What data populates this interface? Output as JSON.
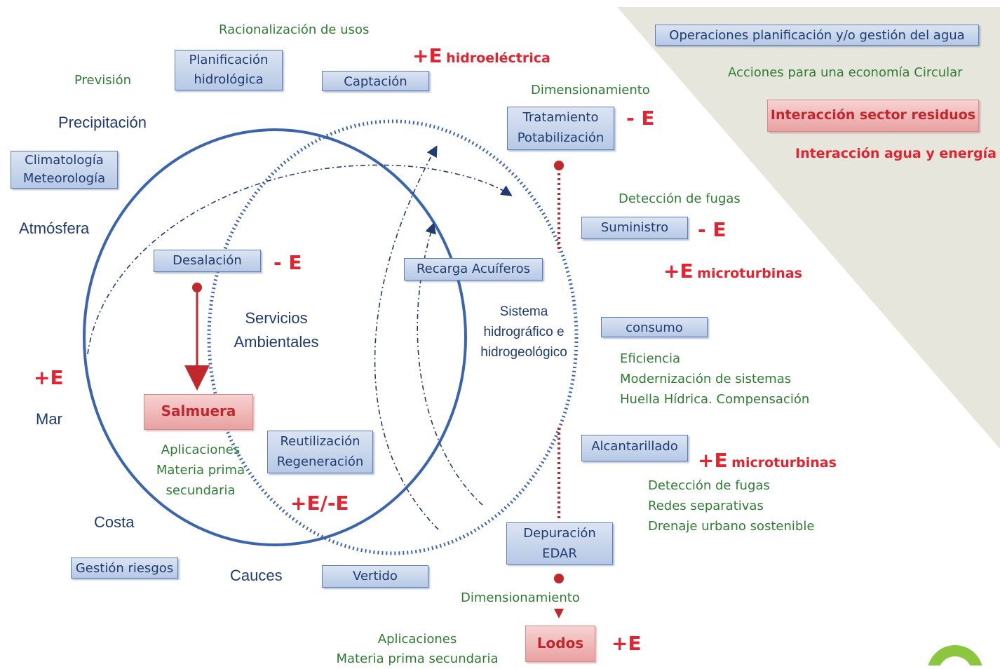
{
  "legend": {
    "operaciones": "Operaciones planificación y/o gestión del agua",
    "acciones": "Acciones para una economía Circular",
    "interaccion_residuos": "Interacción sector residuos",
    "interaccion_energia": "Interacción agua y energía"
  },
  "left": {
    "racionalizacion": "Racionalización de usos",
    "prevision": "Previsión",
    "precipitacion": "Precipitación",
    "atmosfera": "Atmósfera",
    "mar": "Mar",
    "costa": "Costa",
    "cauces": "Cauces",
    "plus_e_mar": "+E"
  },
  "boxes": {
    "planificacion_1": "Planificación",
    "planificacion_2": "hidrológica",
    "captacion": "Captación",
    "climatologia_1": "Climatología",
    "climatologia_2": "Meteorología",
    "desalacion": "Desalación",
    "recarga": "Recarga Acuíferos",
    "reutilizacion_1": "Reutilización",
    "reutilizacion_2": "Regeneración",
    "gestion_riesgos": "Gestión riesgos",
    "vertido": "Vertido",
    "tratamiento_1": "Tratamiento",
    "tratamiento_2": "Potabilización",
    "suministro": "Suministro",
    "consumo": "consumo",
    "alcantarillado": "Alcantarillado",
    "depuracion_1": "Depuración",
    "depuracion_2": "EDAR",
    "salmuera": "Salmuera",
    "lodos": "Lodos"
  },
  "energy": {
    "hidro_plus": "+E",
    "hidro_label": "hidroeléctrica",
    "trat_minus": "- E",
    "desal_minus": "- E",
    "sumin_minus": "- E",
    "micro1_plus": "+E",
    "micro1_label": "microturbinas",
    "micro2_plus": "+E",
    "micro2_label": "microturbinas",
    "reutil": "+E/-E",
    "lodos_plus": "+E"
  },
  "center": {
    "servicios_1": "Servicios",
    "servicios_2": "Ambientales",
    "sistema_1": "Sistema",
    "sistema_2": "hidrográfico e",
    "sistema_3": "hidrogeológico"
  },
  "actions": {
    "dimensionamiento_top": "Dimensionamiento",
    "deteccion_fugas": "Detección de fugas",
    "eficiencia": "Eficiencia",
    "modernizacion": "Modernización de sistemas",
    "huella": "Huella Hídrica. Compensación",
    "det_fugas_2": "Detección de fugas",
    "redes": "Redes separativas",
    "drenaje": "Drenaje urbano sostenible",
    "dimensionamiento_bottom": "Dimensionamiento",
    "salmuera_apl_1": "Aplicaciones",
    "salmuera_apl_2": "Materia prima",
    "salmuera_apl_3": "secundaria",
    "lodos_apl_1": "Aplicaciones",
    "lodos_apl_2": "Materia prima secundaria"
  },
  "colors": {
    "blue_line": "#3a64ad",
    "dark_blue": "#1f3b70",
    "green": "#2e7d32",
    "red": "#e32330",
    "legend_bg": "#e7e6dc"
  }
}
